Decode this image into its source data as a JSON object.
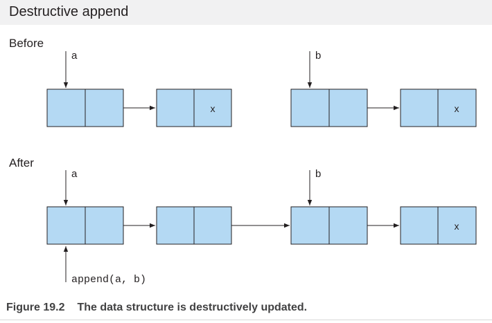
{
  "title": "Destructive append",
  "sections": [
    {
      "label": "Before",
      "pointers": [
        "a",
        "b"
      ],
      "node_values": [
        "",
        "x",
        "",
        "x"
      ]
    },
    {
      "label": "After",
      "pointers": [
        "a",
        "b"
      ],
      "node_values": [
        "",
        "",
        "",
        "x"
      ]
    }
  ],
  "call_label": "append(a, b)",
  "caption": {
    "number": "Figure 19.2",
    "text": "The data structure is destructively updated."
  },
  "colors": {
    "cell_fill": "#b4d9f3",
    "stroke": "#231f20",
    "header_band": "#f1f1f2"
  }
}
